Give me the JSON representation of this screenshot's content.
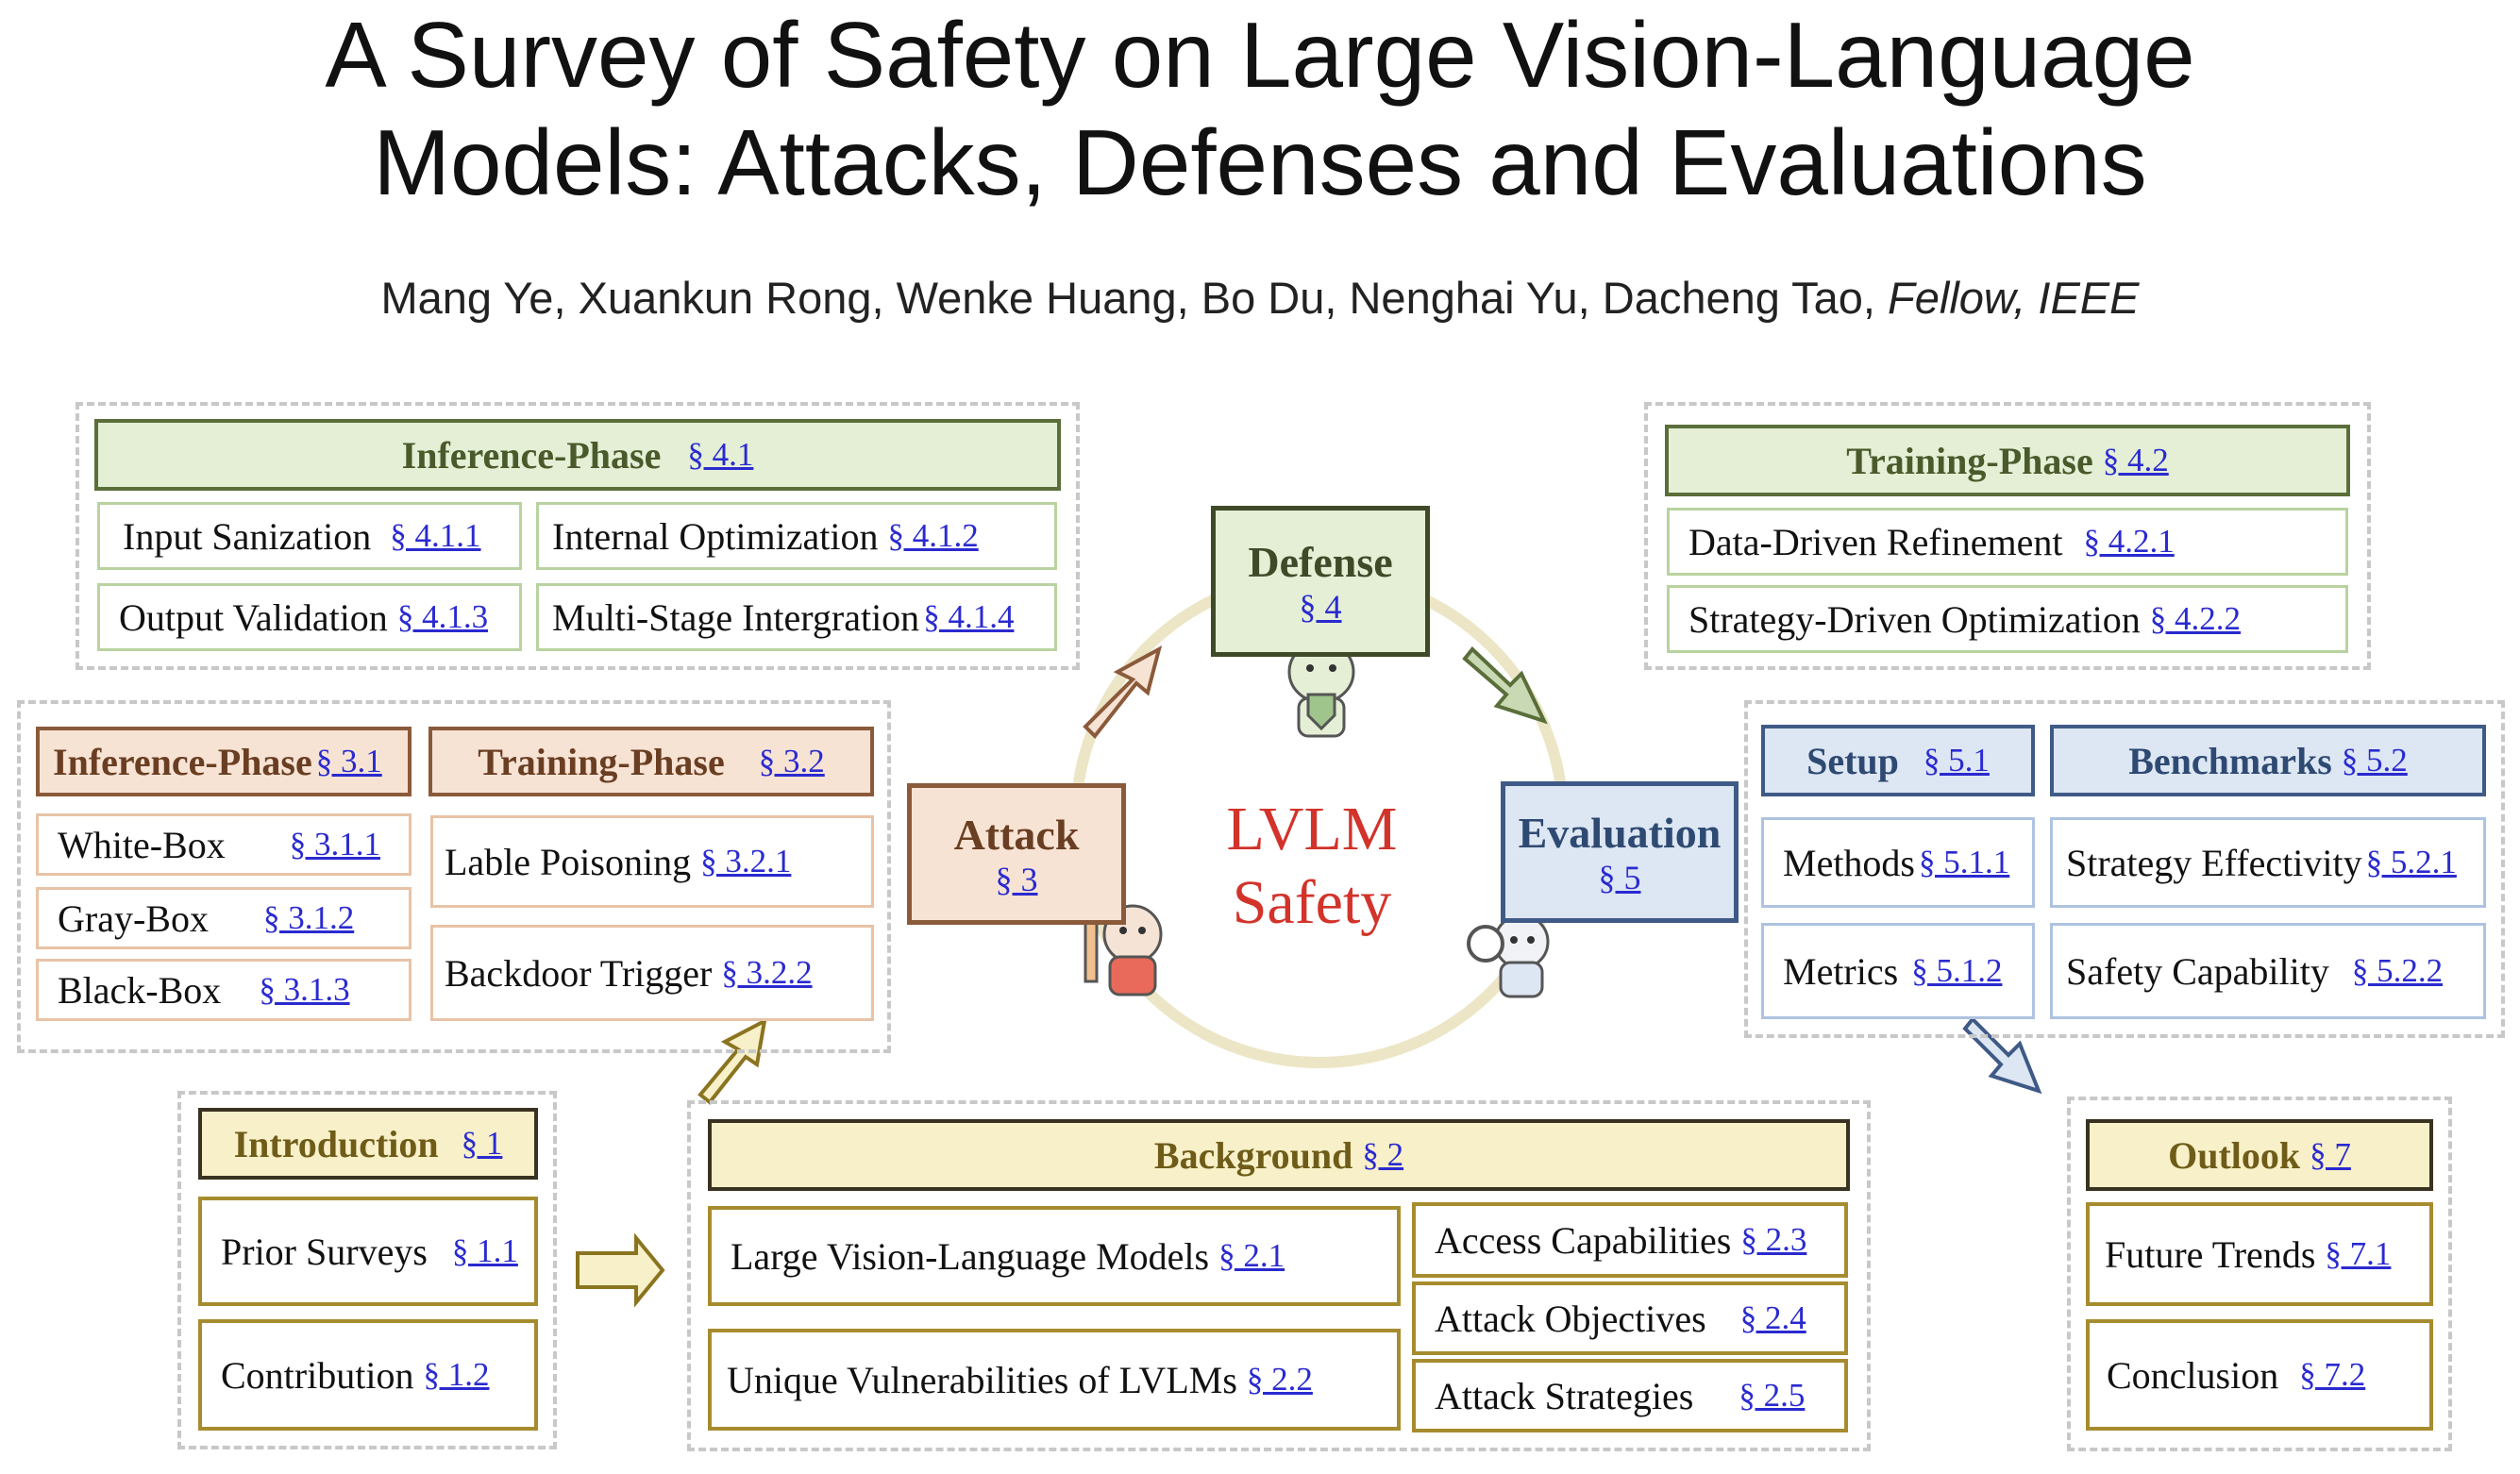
{
  "title": {
    "line1": "A Survey of Safety on Large Vision-Language",
    "line2": "Models: Attacks, Defenses and Evaluations"
  },
  "authors": {
    "names": "Mang Ye, Xuankun Rong, Wenke Huang, Bo Du, Nenghai Yu, Dacheng Tao,",
    "suffix": "Fellow, IEEE"
  },
  "center": {
    "line1": "LVLM",
    "line2": "Safety",
    "defense": {
      "label": "Defense",
      "ref": "§ 4"
    },
    "attack": {
      "label": "Attack",
      "ref": "§ 3"
    },
    "evaluation": {
      "label": "Evaluation",
      "ref": "§ 5"
    }
  },
  "defense_inference": {
    "header": {
      "label": "Inference-Phase",
      "ref": "§ 4.1"
    },
    "items": [
      {
        "label": "Input Sanization",
        "ref": "§ 4.1.1"
      },
      {
        "label": "Internal Optimization",
        "ref": "§ 4.1.2"
      },
      {
        "label": "Output Validation",
        "ref": "§ 4.1.3"
      },
      {
        "label": "Multi-Stage Intergration",
        "ref": "§ 4.1.4"
      }
    ]
  },
  "defense_training": {
    "header": {
      "label": "Training-Phase",
      "ref": "§ 4.2"
    },
    "items": [
      {
        "label": "Data-Driven Refinement",
        "ref": "§ 4.2.1"
      },
      {
        "label": "Strategy-Driven Optimization",
        "ref": "§ 4.2.2"
      }
    ]
  },
  "attack_inference": {
    "header": {
      "label": "Inference-Phase",
      "ref": "§ 3.1"
    },
    "items": [
      {
        "label": "White-Box",
        "ref": "§ 3.1.1"
      },
      {
        "label": "Gray-Box",
        "ref": "§ 3.1.2"
      },
      {
        "label": "Black-Box",
        "ref": "§ 3.1.3"
      }
    ]
  },
  "attack_training": {
    "header": {
      "label": "Training-Phase",
      "ref": "§ 3.2"
    },
    "items": [
      {
        "label": "Lable Poisoning",
        "ref": "§ 3.2.1"
      },
      {
        "label": "Backdoor Trigger",
        "ref": "§ 3.2.2"
      }
    ]
  },
  "eval_setup": {
    "header": {
      "label": "Setup",
      "ref": "§ 5.1"
    },
    "items": [
      {
        "label": "Methods",
        "ref": "§ 5.1.1"
      },
      {
        "label": "Metrics",
        "ref": "§ 5.1.2"
      }
    ]
  },
  "eval_benchmarks": {
    "header": {
      "label": "Benchmarks",
      "ref": "§ 5.2"
    },
    "items": [
      {
        "label": "Strategy Effectivity",
        "ref": "§ 5.2.1"
      },
      {
        "label": "Safety Capability",
        "ref": "§ 5.2.2"
      }
    ]
  },
  "introduction": {
    "header": {
      "label": "Introduction",
      "ref": "§ 1"
    },
    "items": [
      {
        "label": "Prior Surveys",
        "ref": "§ 1.1"
      },
      {
        "label": "Contribution",
        "ref": "§ 1.2"
      }
    ]
  },
  "background": {
    "header": {
      "label": "Background",
      "ref": "§ 2"
    },
    "items": [
      {
        "label": "Large Vision-Language Models",
        "ref": "§ 2.1"
      },
      {
        "label": "Unique Vulnerabilities of LVLMs",
        "ref": "§ 2.2"
      },
      {
        "label": "Access Capabilities",
        "ref": "§ 2.3"
      },
      {
        "label": "Attack Objectives",
        "ref": "§ 2.4"
      },
      {
        "label": "Attack Strategies",
        "ref": "§ 2.5"
      }
    ]
  },
  "outlook": {
    "header": {
      "label": "Outlook",
      "ref": "§ 7"
    },
    "items": [
      {
        "label": "Future Trends",
        "ref": "§ 7.1"
      },
      {
        "label": "Conclusion",
        "ref": "§ 7.2"
      }
    ]
  },
  "colors": {
    "defense": "#5a6e3a",
    "defense_fill": "#e4efd6",
    "defense_light": "#b9d3a0",
    "attack": "#8a5a3a",
    "attack_fill": "#f7e3d4",
    "attack_light": "#e8c3a6",
    "eval": "#3f5a86",
    "eval_fill": "#dde6f3",
    "eval_light": "#aec3e0",
    "intro": "#8a7420",
    "intro_fill": "#f8f0c8",
    "ref": "#2a2ad0",
    "lvlm": "#d2332a",
    "ring": "#ece6c6"
  }
}
